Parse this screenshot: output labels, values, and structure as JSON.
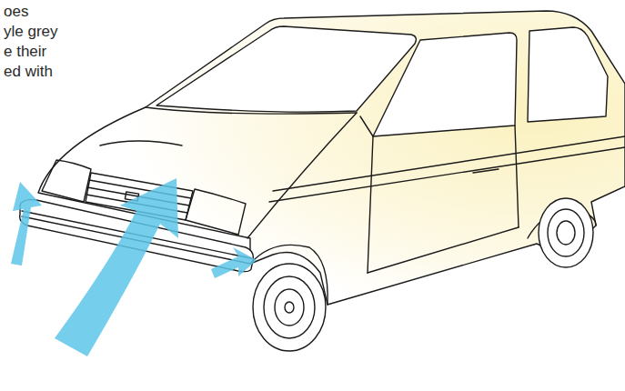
{
  "diagram": {
    "labels": [
      "oes",
      "yle grey",
      "e their",
      "ed with"
    ]
  }
}
